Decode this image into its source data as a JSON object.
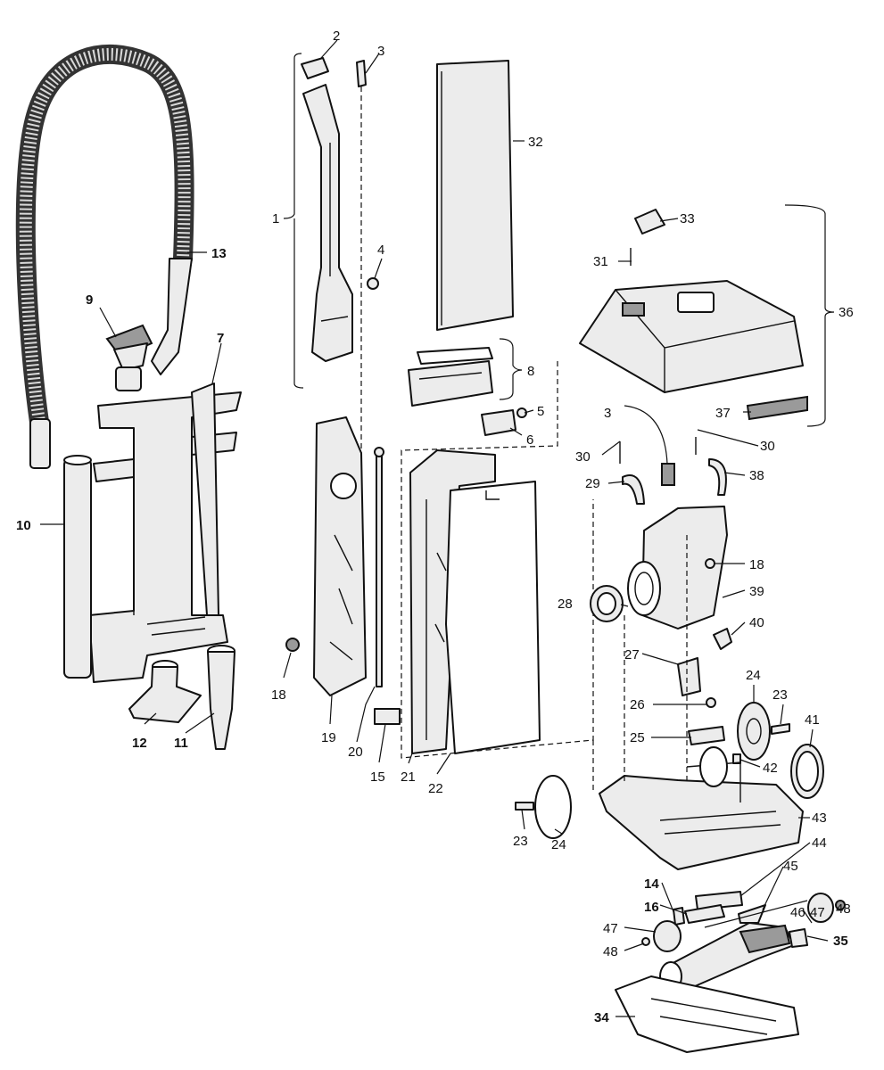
{
  "diagram": {
    "type": "exploded parts view",
    "callouts": {
      "c1": "1",
      "c2": "2",
      "c3a": "3",
      "c3b": "3",
      "c4": "4",
      "c5": "5",
      "c6": "6",
      "c7": "7",
      "c8": "8",
      "c9": "9",
      "c10": "10",
      "c11": "11",
      "c12": "12",
      "c13": "13",
      "c14": "14",
      "c15": "15",
      "c16": "16",
      "c18a": "18",
      "c18b": "18",
      "c19": "19",
      "c20": "20",
      "c21": "21",
      "c22": "22",
      "c23a": "23",
      "c23b": "23",
      "c24a": "24",
      "c24b": "24",
      "c25": "25",
      "c26": "26",
      "c27": "27",
      "c28": "28",
      "c29": "29",
      "c30a": "30",
      "c30b": "30",
      "c31": "31",
      "c32": "32",
      "c33": "33",
      "c34": "34",
      "c35": "35",
      "c36": "36",
      "c37": "37",
      "c38": "38",
      "c39": "39",
      "c40": "40",
      "c41": "41",
      "c42": "42",
      "c43": "43",
      "c44": "44",
      "c45": "45",
      "c46": "46",
      "c47a": "47",
      "c47b": "47",
      "c48a": "48",
      "c48b": "48"
    }
  }
}
